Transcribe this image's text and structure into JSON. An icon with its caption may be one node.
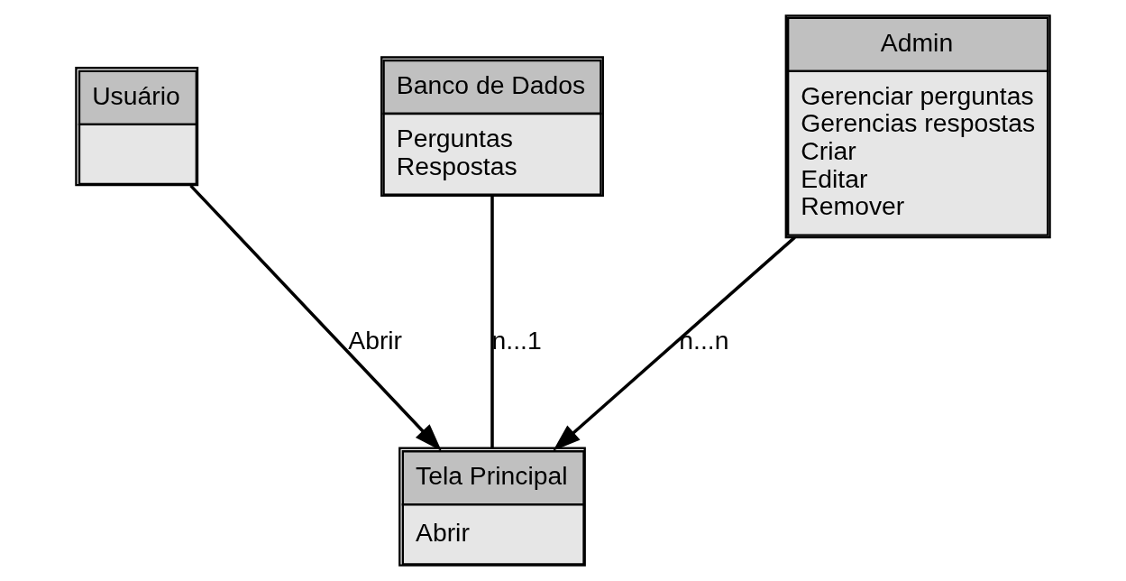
{
  "diagram": {
    "nodes": [
      {
        "text": [
          "Usuário"
        ]
      },
      {
        "text": [
          "Banco de Dados",
          "Perguntas",
          "Respostas"
        ]
      },
      {
        "text": [
          "Tela Principal",
          "Abrir"
        ]
      },
      {
        "text": [
          "Admin",
          "Gerenciar perguntas",
          "Gerencias respostas",
          "Criar",
          "Editar",
          "Remover"
        ]
      }
    ],
    "edges": [
      {
        "from": 0,
        "to": 2,
        "arrow": "to",
        "label": "Abrir"
      },
      {
        "from": 1,
        "to": 2,
        "arrow": "none",
        "label": "n...1"
      },
      {
        "from": 3,
        "to": 2,
        "arrow": "to",
        "label": "n...n"
      }
    ]
  }
}
